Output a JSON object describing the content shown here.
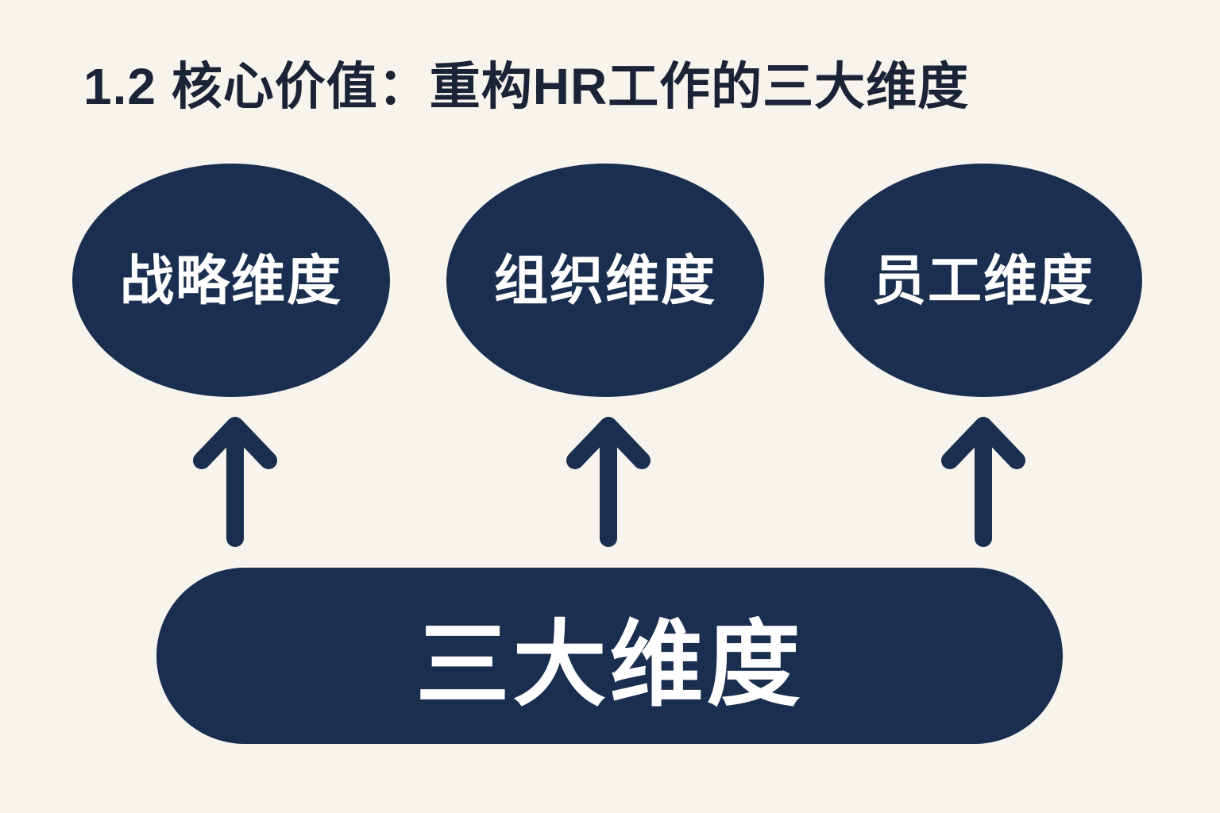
{
  "title": "1.2  核心价值：重构HR工作的三大维度",
  "dimensions": [
    {
      "label": "战略维度"
    },
    {
      "label": "组织维度"
    },
    {
      "label": "员工维度"
    }
  ],
  "base": {
    "label": "三大维度"
  },
  "colors": {
    "navy": "#1a2e4f",
    "background": "#f7f4ee",
    "text": "#1b2436"
  }
}
